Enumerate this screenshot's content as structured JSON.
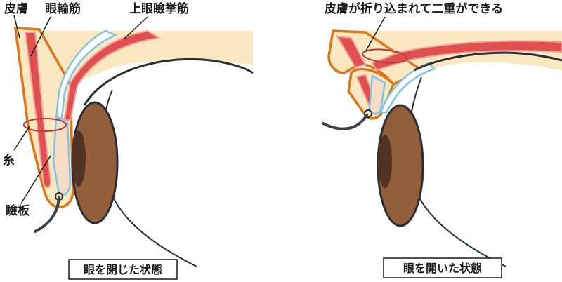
{
  "colors": {
    "fat": "#fbe7c0",
    "skin_outline": "#d9781f",
    "muscle": "#e0504f",
    "muscle_light": "#f2a3a0",
    "tarsus": "#f7dcc6",
    "tarsus_outline": "#7fc3e6",
    "iris": "#935e3a",
    "pupil": "#523323",
    "eye_outline": "#2a2f36",
    "lash": "#3a4048",
    "thread": "#b83a3a",
    "leader": "#1a1a1a"
  },
  "closed": {
    "labels": {
      "skin": "皮膚",
      "orbicularis": "眼輪筋",
      "levator": "上眼瞼挙筋",
      "thread": "糸",
      "tarsus": "瞼板"
    },
    "caption": "眼を閉じた状態"
  },
  "open": {
    "labels": {
      "fold": "皮膚が折り込まれて二重ができる"
    },
    "caption": "眼を開いた状態"
  }
}
